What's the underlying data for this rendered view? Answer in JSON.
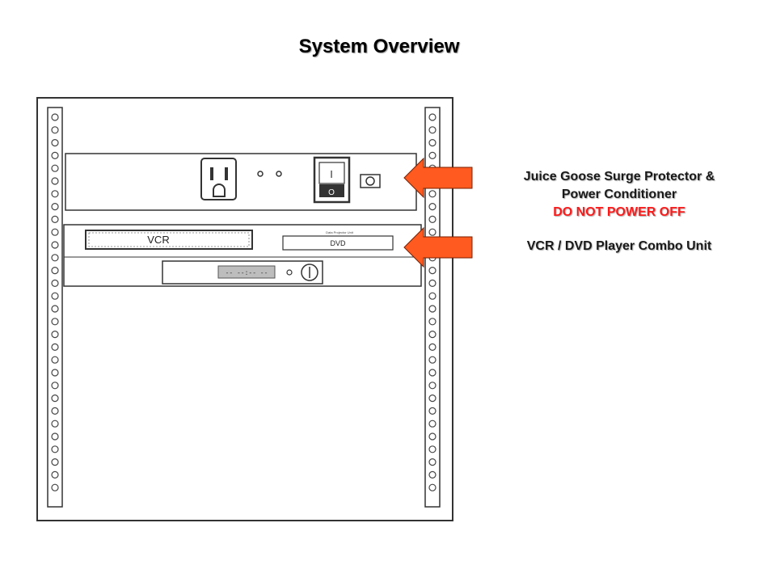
{
  "title": "System Overview",
  "equipment": {
    "vcr_label": "VCR",
    "dvd_label": "DVD",
    "dvd_small_text": "Data Projector Unit",
    "clock_display": "-- --:-- --",
    "switch_on_mark": "I",
    "switch_off_mark": "O"
  },
  "callouts": [
    {
      "line1": "Juice Goose Surge Protector &",
      "line2": "Power Conditioner",
      "warning": "DO NOT POWER OFF"
    },
    {
      "line1": "VCR / DVD Player Combo Unit"
    }
  ],
  "colors": {
    "arrow": "#ff5a1f",
    "warning": "#ff1a1a",
    "outline": "#333333"
  }
}
